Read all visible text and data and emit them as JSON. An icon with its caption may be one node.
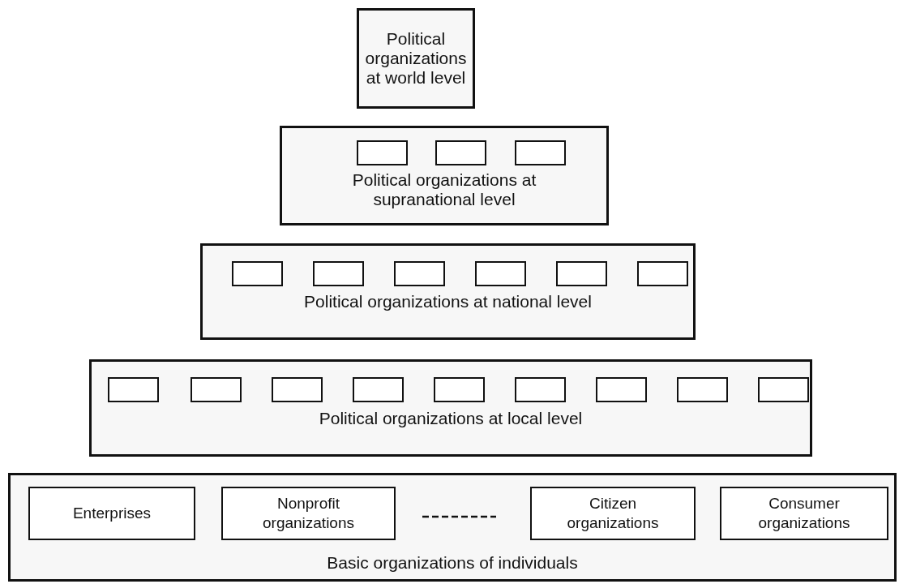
{
  "diagram": {
    "nodes": [
      {
        "text": [
          "Political organizations at world level"
        ]
      },
      {
        "text": [
          "Political organizations at supranational level"
        ]
      },
      {
        "text": [],
        "shape": "box",
        "in": 1
      },
      {
        "text": [],
        "shape": "box",
        "in": 1
      },
      {
        "text": [],
        "shape": "box",
        "in": 1
      },
      {
        "text": [
          "Political organizations at national level"
        ]
      },
      {
        "text": [],
        "shape": "box",
        "in": 5
      },
      {
        "text": [],
        "shape": "box",
        "in": 5
      },
      {
        "text": [],
        "shape": "box",
        "in": 5
      },
      {
        "text": [],
        "shape": "box",
        "in": 5
      },
      {
        "text": [],
        "shape": "box",
        "in": 5
      },
      {
        "text": [],
        "shape": "box",
        "in": 5
      },
      {
        "text": [
          "Political organizations at local level"
        ]
      },
      {
        "text": [],
        "shape": "box",
        "in": 12
      },
      {
        "text": [],
        "shape": "box",
        "in": 12
      },
      {
        "text": [],
        "shape": "box",
        "in": 12
      },
      {
        "text": [],
        "shape": "box",
        "in": 12
      },
      {
        "text": [],
        "shape": "box",
        "in": 12
      },
      {
        "text": [],
        "shape": "box",
        "in": 12
      },
      {
        "text": [],
        "shape": "box",
        "in": 12
      },
      {
        "text": [],
        "shape": "box",
        "in": 12
      },
      {
        "text": [],
        "shape": "box",
        "in": 12
      },
      {
        "text": [
          "Basic organizations of individuals"
        ]
      },
      {
        "text": [
          "Enterprises"
        ],
        "in": 22
      },
      {
        "text": [
          "Nonprofit organizations"
        ],
        "in": 22
      },
      {
        "text": [
          "Citizen organizations"
        ],
        "in": 22
      },
      {
        "text": [
          "Consumer organizations"
        ],
        "in": 22
      }
    ]
  }
}
